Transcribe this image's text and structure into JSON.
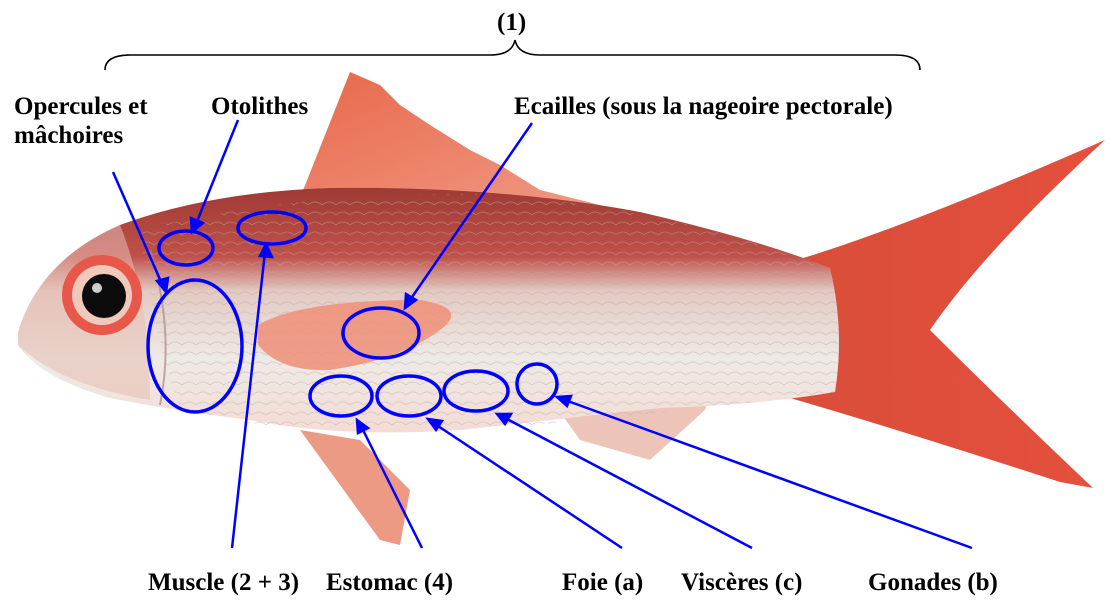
{
  "diagram": {
    "group_label": "(1)",
    "labels": {
      "opercules_line1": "Opercules et",
      "opercules_line2": "mâchoires",
      "otolithes": "Otolithes",
      "ecailles": "Ecailles (sous la nageoire pectorale)",
      "muscle": "Muscle (2 + 3)",
      "estomac": "Estomac (4)",
      "foie": "Foie (a)",
      "visceres": "Viscères (c)",
      "gonades": "Gonades (b)"
    },
    "colors": {
      "annotation": "#0000ff",
      "fish_back": "#b8443a",
      "fish_belly": "#e8e0dc",
      "fin": "#e2573d",
      "eye_ring": "#e8584a"
    }
  }
}
